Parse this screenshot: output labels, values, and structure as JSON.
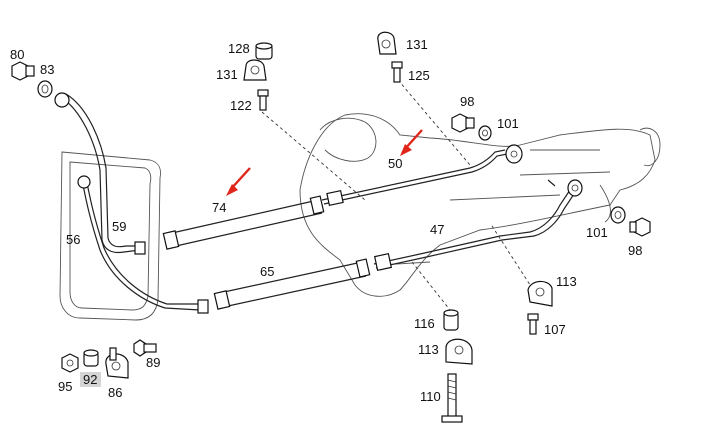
{
  "callouts": {
    "c80": "80",
    "c83": "83",
    "c128": "128",
    "c131a": "131",
    "c122": "122",
    "c131b": "131",
    "c125": "125",
    "c98a": "98",
    "c101a": "101",
    "c50": "50",
    "c74": "74",
    "c59": "59",
    "c56": "56",
    "c47": "47",
    "c101b": "101",
    "c98b": "98",
    "c65": "65",
    "c113a": "113",
    "c116": "116",
    "c107": "107",
    "c113b": "113",
    "c95": "95",
    "c92": "92",
    "c86": "86",
    "c89": "89",
    "c110": "110"
  },
  "colors": {
    "arrow": "#e0261b",
    "highlight_box": "#d4d4d4",
    "ink": "#111111"
  }
}
